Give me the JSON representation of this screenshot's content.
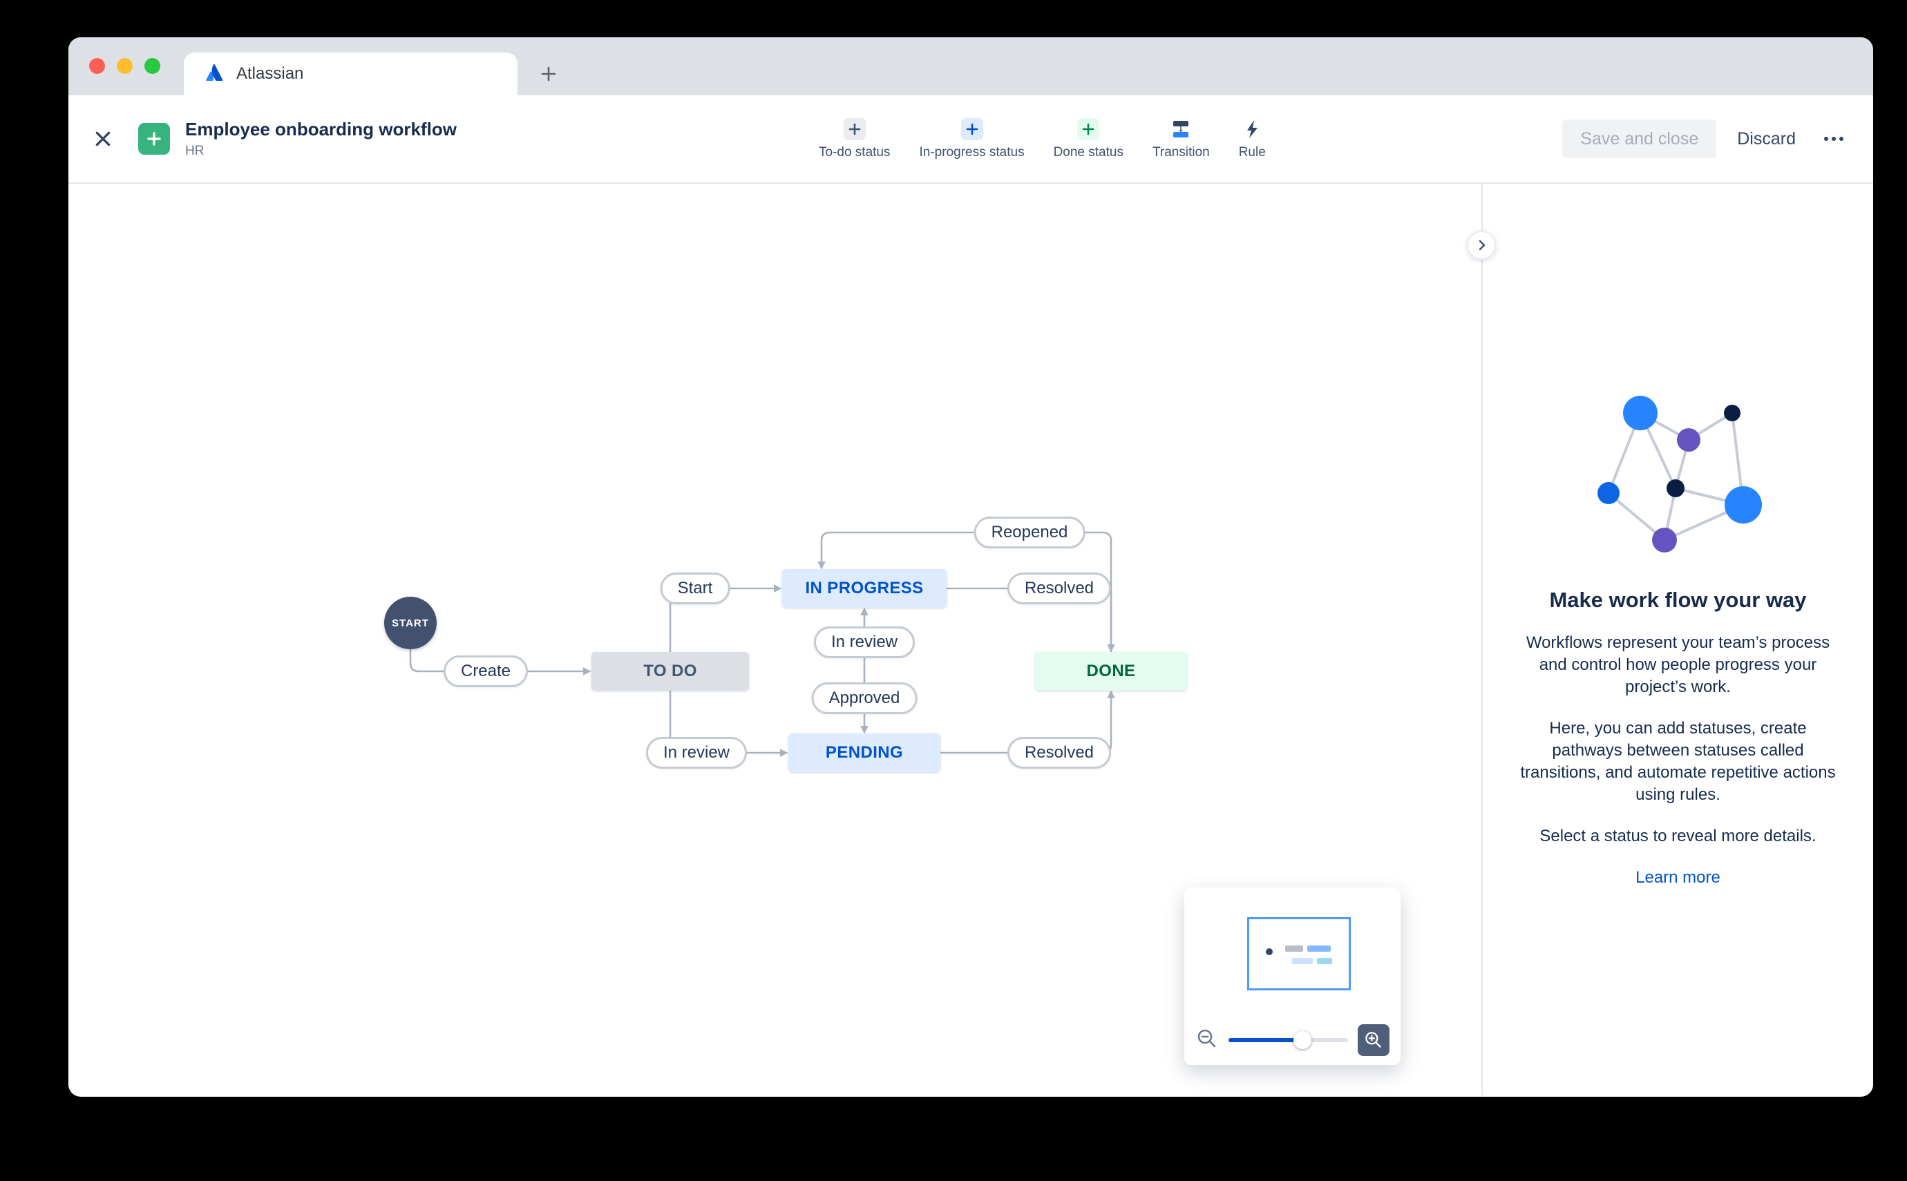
{
  "browser": {
    "tab_title": "Atlassian"
  },
  "header": {
    "title": "Employee onboarding workflow",
    "subtitle": "HR",
    "toolbar": [
      {
        "label": "To-do status"
      },
      {
        "label": "In-progress status"
      },
      {
        "label": "Done status"
      },
      {
        "label": "Transition"
      },
      {
        "label": "Rule"
      }
    ],
    "save_label": "Save and close",
    "discard_label": "Discard"
  },
  "workflow": {
    "start_label": "START",
    "statuses": [
      "TO DO",
      "IN PROGRESS",
      "PENDING",
      "DONE"
    ],
    "transitions": [
      "Create",
      "Start",
      "Reopened",
      "Resolved",
      "In review",
      "Approved",
      "In review",
      "Resolved"
    ]
  },
  "panel": {
    "heading": "Make work flow your way",
    "paragraphs": [
      "Workflows represent your team’s process and control how people progress your project’s work.",
      "Here, you can add statuses, create pathways between statuses called transitions, and automate repetitive actions using rules.",
      "Select a status to reveal more details."
    ],
    "link_label": "Learn more"
  },
  "colors": {
    "accent_blue": "#0052CC",
    "green_icon": "#36B37E",
    "status_todo_bg": "#DCDFE4",
    "status_inprogress_bg": "#DEEBFF",
    "status_done_bg": "#E3FCEF",
    "edge_gray": "#A9B2BF"
  }
}
